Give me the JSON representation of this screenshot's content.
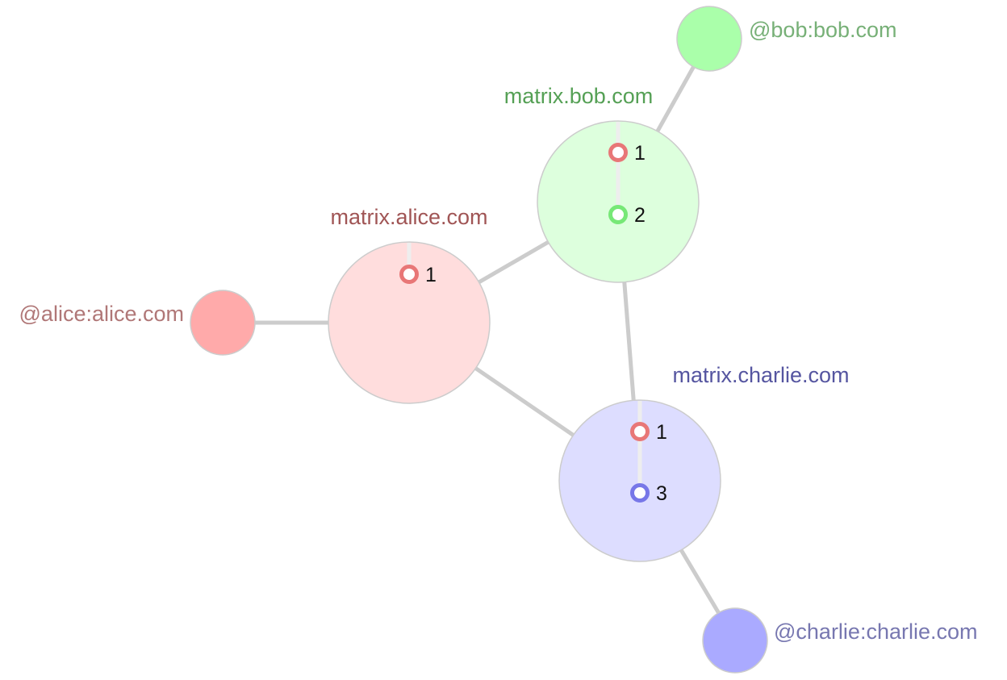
{
  "servers": [
    {
      "id": "alice",
      "name": "matrix.alice.com",
      "fill": "#ffdddd",
      "label_color": "#a05555",
      "events": [
        {
          "label": "1",
          "color": "#e87777"
        }
      ]
    },
    {
      "id": "bob",
      "name": "matrix.bob.com",
      "fill": "#ddffdd",
      "label_color": "#55a055",
      "events": [
        {
          "label": "1",
          "color": "#e87777"
        },
        {
          "label": "2",
          "color": "#77e877"
        }
      ]
    },
    {
      "id": "charlie",
      "name": "matrix.charlie.com",
      "fill": "#ddddff",
      "label_color": "#5555a0",
      "events": [
        {
          "label": "1",
          "color": "#e87777"
        },
        {
          "label": "3",
          "color": "#7777e8"
        }
      ]
    }
  ],
  "users": [
    {
      "id": "alice",
      "name": "@alice:alice.com",
      "fill": "#ffaaaa",
      "label_color": "#b07777",
      "server": "alice"
    },
    {
      "id": "bob",
      "name": "@bob:bob.com",
      "fill": "#aaffaa",
      "label_color": "#77b077",
      "server": "bob"
    },
    {
      "id": "charlie",
      "name": "@charlie:charlie.com",
      "fill": "#aaaaff",
      "label_color": "#7777b0",
      "server": "charlie"
    }
  ],
  "links": [
    {
      "source": "alice",
      "target": "bob"
    },
    {
      "source": "alice",
      "target": "charlie"
    },
    {
      "source": "bob",
      "target": "charlie"
    }
  ]
}
